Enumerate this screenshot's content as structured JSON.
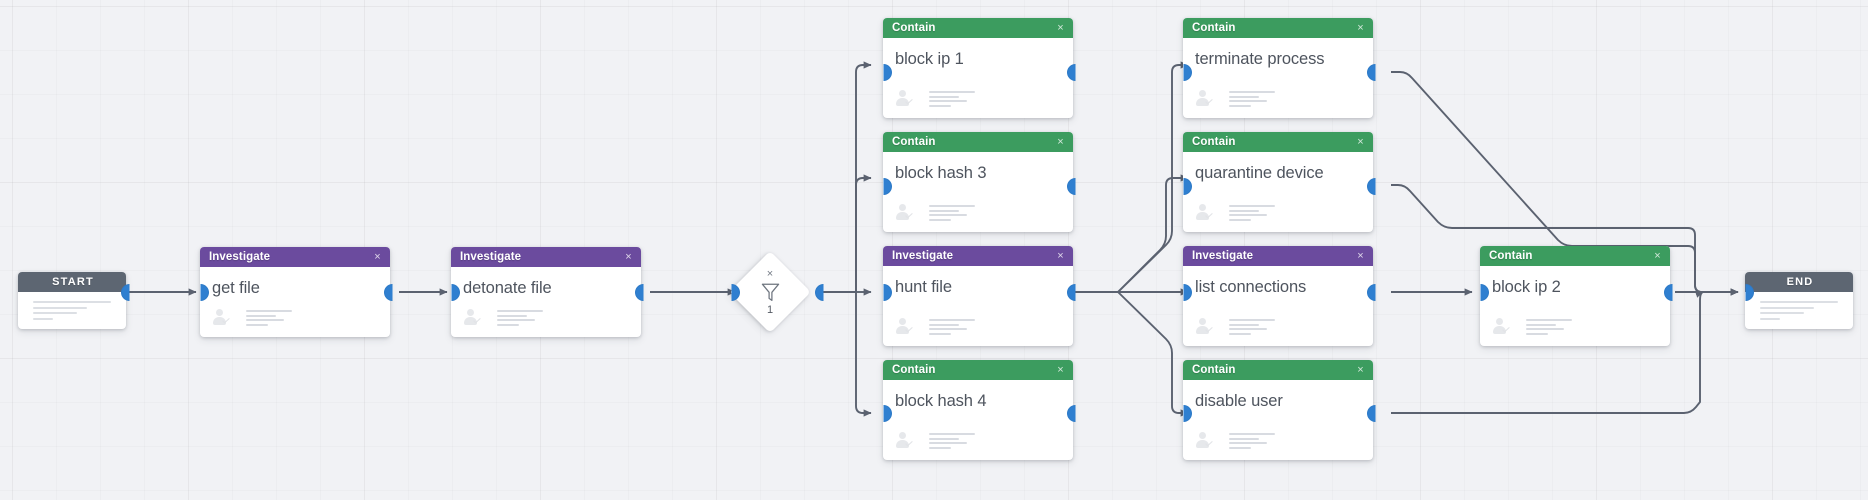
{
  "canvas": {
    "background_color": "#f1f2f5",
    "grid": "on",
    "accent_colors": {
      "investigate": "#6b4b9e",
      "contain": "#3c9c5f",
      "terminal": "#5d6672",
      "port": "#2f7fd0",
      "connector": "#5b6270"
    }
  },
  "icons": {
    "close": "×",
    "filter": "funnel-icon",
    "owner": "person-check-icon"
  },
  "nodes": [
    {
      "id": "start",
      "type": "terminal",
      "header": "START",
      "title": ""
    },
    {
      "id": "get-file",
      "type": "investigate",
      "header": "Investigate",
      "title": "get file"
    },
    {
      "id": "detonate-file",
      "type": "investigate",
      "header": "Investigate",
      "title": "detonate file"
    },
    {
      "id": "filter",
      "type": "decision",
      "header": "",
      "title": "",
      "close": "×",
      "count": "1"
    },
    {
      "id": "block-ip-1",
      "type": "contain",
      "header": "Contain",
      "title": "block ip 1"
    },
    {
      "id": "block-hash-3",
      "type": "contain",
      "header": "Contain",
      "title": "block hash 3"
    },
    {
      "id": "hunt-file",
      "type": "investigate",
      "header": "Investigate",
      "title": "hunt file"
    },
    {
      "id": "block-hash-4",
      "type": "contain",
      "header": "Contain",
      "title": "block hash 4"
    },
    {
      "id": "terminate-process",
      "type": "contain",
      "header": "Contain",
      "title": "terminate process"
    },
    {
      "id": "quarantine-device",
      "type": "contain",
      "header": "Contain",
      "title": "quarantine device"
    },
    {
      "id": "list-connections",
      "type": "investigate",
      "header": "Investigate",
      "title": "list connections"
    },
    {
      "id": "disable-user",
      "type": "contain",
      "header": "Contain",
      "title": "disable user"
    },
    {
      "id": "block-ip-2",
      "type": "contain",
      "header": "Contain",
      "title": "block ip 2"
    },
    {
      "id": "end",
      "type": "terminal",
      "header": "END",
      "title": ""
    }
  ],
  "edges": [
    {
      "from": "start",
      "to": "get-file"
    },
    {
      "from": "get-file",
      "to": "detonate-file"
    },
    {
      "from": "detonate-file",
      "to": "filter"
    },
    {
      "from": "filter",
      "to": "block-ip-1"
    },
    {
      "from": "filter",
      "to": "block-hash-3"
    },
    {
      "from": "filter",
      "to": "hunt-file"
    },
    {
      "from": "filter",
      "to": "block-hash-4"
    },
    {
      "from": "hunt-file",
      "to": "terminate-process"
    },
    {
      "from": "hunt-file",
      "to": "quarantine-device"
    },
    {
      "from": "hunt-file",
      "to": "list-connections"
    },
    {
      "from": "hunt-file",
      "to": "disable-user"
    },
    {
      "from": "list-connections",
      "to": "block-ip-2"
    },
    {
      "from": "block-ip-2",
      "to": "end"
    },
    {
      "from": "terminate-process",
      "to": "end"
    },
    {
      "from": "quarantine-device",
      "to": "end"
    },
    {
      "from": "disable-user",
      "to": "end"
    }
  ]
}
